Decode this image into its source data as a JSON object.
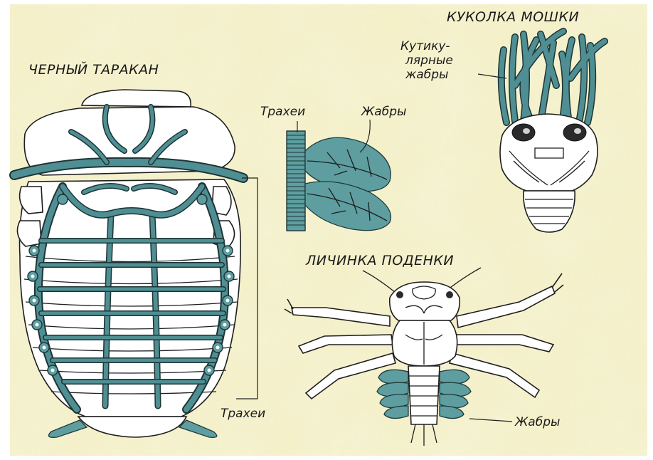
{
  "colors": {
    "background": "#f3efc6",
    "trachea": "#5e9ea0",
    "outline": "#1e1e1e"
  },
  "cockroach": {
    "title": "ЧЕРНЫЙ ТАРАКАН",
    "trachea_label": "Трахеи"
  },
  "gill_detail": {
    "trachea_label": "Трахеи",
    "gills_label": "Жабры"
  },
  "blackfly_pupa": {
    "title": "КУКОЛКА МОШКИ",
    "gills_label_line1": "Кутику-",
    "gills_label_line2": "лярные",
    "gills_label_line3": "жабры"
  },
  "mayfly_larva": {
    "title": "ЛИЧИНКА ПОДЕНКИ",
    "gills_label": "Жабры"
  }
}
